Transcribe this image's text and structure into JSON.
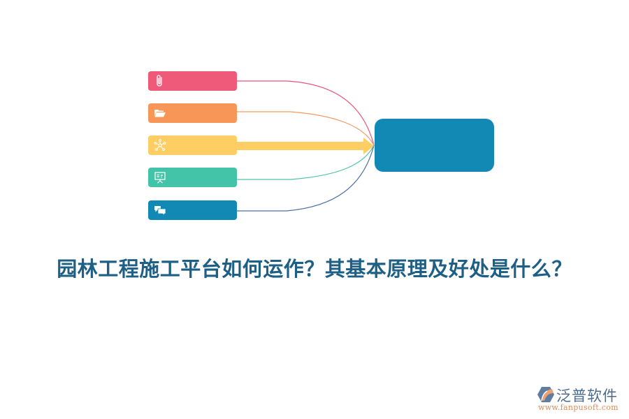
{
  "diagram": {
    "items": [
      {
        "icon": "paperclip-icon",
        "color": "#f05a7a",
        "line_color": "#e8557a"
      },
      {
        "icon": "folder-open-icon",
        "color": "#f79656",
        "line_color": "#f39a64"
      },
      {
        "icon": "network-icon",
        "color": "#fece65",
        "line_color": "#fece65"
      },
      {
        "icon": "presentation-board-icon",
        "color": "#43c4a8",
        "line_color": "#4cc4a8"
      },
      {
        "icon": "chat-bubbles-icon",
        "color": "#1289b4",
        "line_color": "#4a6fa5"
      }
    ],
    "center_box": {
      "color": "#1289b4"
    },
    "arrow_color": "#fece65"
  },
  "title": {
    "text": "园林工程施工平台如何运作？其基本原理及好处是什么？",
    "color": "#1e5f86"
  },
  "logo": {
    "name": "泛普软件",
    "url": "www.fanpusoft.com"
  }
}
